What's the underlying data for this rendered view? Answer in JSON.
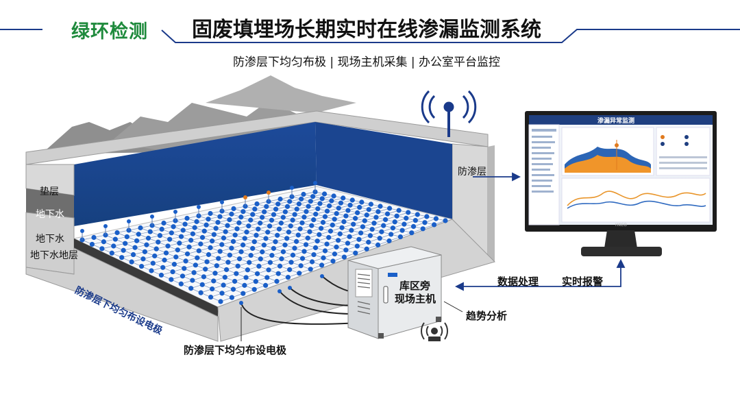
{
  "header": {
    "brand": "绿环检测",
    "title": "固废填埋场长期实时在线渗漏监测系统",
    "subtitle": "防渗层下均匀布极 | 现场主机采集 | 办公室平台监控"
  },
  "layers": {
    "cushion": "垫层",
    "groundwater": "地下水",
    "groundwater_layer_1": "地下水",
    "groundwater_layer_2": "地下水地层",
    "barrier": "防渗层",
    "barrier_side": "防渗层下均匀布设电极"
  },
  "host": {
    "line1": "库区旁",
    "line2": "现场主机"
  },
  "flow": {
    "data_processing": "数据处理",
    "realtime_alarm": "实时报警",
    "trend_analysis": "趋势分析",
    "electrode_caption": "防渗层下均匀布设电极"
  },
  "monitor": {
    "screen_title": "渗漏异常监测",
    "brand": "HKCO"
  },
  "colors": {
    "brand_green": "#1e8a3c",
    "accent_blue": "#1a3a8a",
    "liner_blue": "#1d4a9a",
    "electrode": "#1a5fc8",
    "alert": "#e07a1e"
  }
}
